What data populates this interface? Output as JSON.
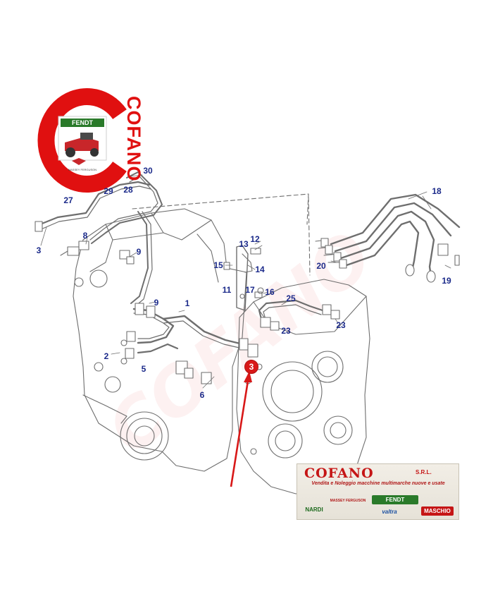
{
  "colors": {
    "callout": "#1b2a8a",
    "marker": "#d81818",
    "brand": "#e01010",
    "line": "#6e6e6e",
    "fenders": "#2a7a2a"
  },
  "logo": {
    "brand": "COFANO",
    "tractor_badge": "FENDT",
    "sub_caption": "MASSEY FERGUSON"
  },
  "callouts": [
    {
      "id": "30",
      "text": "30"
    },
    {
      "id": "29",
      "text": "29"
    },
    {
      "id": "28",
      "text": "28"
    },
    {
      "id": "27",
      "text": "27"
    },
    {
      "id": "8",
      "text": "8"
    },
    {
      "id": "3a",
      "text": "3"
    },
    {
      "id": "9a",
      "text": "9"
    },
    {
      "id": "9b",
      "text": "9"
    },
    {
      "id": "1",
      "text": "1"
    },
    {
      "id": "2",
      "text": "2"
    },
    {
      "id": "5",
      "text": "5"
    },
    {
      "id": "6",
      "text": "6"
    },
    {
      "id": "12",
      "text": "12"
    },
    {
      "id": "13",
      "text": "13"
    },
    {
      "id": "14",
      "text": "14"
    },
    {
      "id": "15",
      "text": "15"
    },
    {
      "id": "11",
      "text": "11"
    },
    {
      "id": "17",
      "text": "17"
    },
    {
      "id": "16",
      "text": "16"
    },
    {
      "id": "25",
      "text": "25"
    },
    {
      "id": "23a",
      "text": "23"
    },
    {
      "id": "23b",
      "text": "23"
    },
    {
      "id": "18",
      "text": "18"
    },
    {
      "id": "20",
      "text": "20"
    },
    {
      "id": "19",
      "text": "19"
    }
  ],
  "highlight": {
    "number": "3"
  },
  "banner": {
    "title": "COFANO",
    "suffix": "S.R.L.",
    "tagline": "Vendita e Noleggio macchine multimarche nuove e usate",
    "brands": [
      "NARDI",
      "MASSEY FERGUSON",
      "FENDT",
      "valtra",
      "MASCHIO"
    ]
  }
}
